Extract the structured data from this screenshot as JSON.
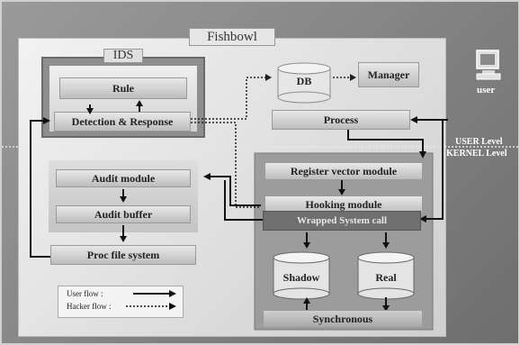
{
  "title": "Fishbowl",
  "ids": {
    "title": "IDS",
    "rule": "Rule",
    "detection": "Detection & Response"
  },
  "audit": {
    "module": "Audit module",
    "buffer": "Audit buffer",
    "proc": "Proc file system"
  },
  "db": "DB",
  "manager": "Manager",
  "process": "Process",
  "kernel_box": {
    "register": "Register vector module",
    "hooking": "Hooking module",
    "wrapped": "Wrapped System call",
    "shadow": "Shadow",
    "real": "Real",
    "synchronous": "Synchronous"
  },
  "user": "user",
  "user_level": "USER Level",
  "kernel_level": "KERNEL Level",
  "legend": {
    "user_flow": "User flow :",
    "hacker_flow": "Hacker flow :"
  }
}
